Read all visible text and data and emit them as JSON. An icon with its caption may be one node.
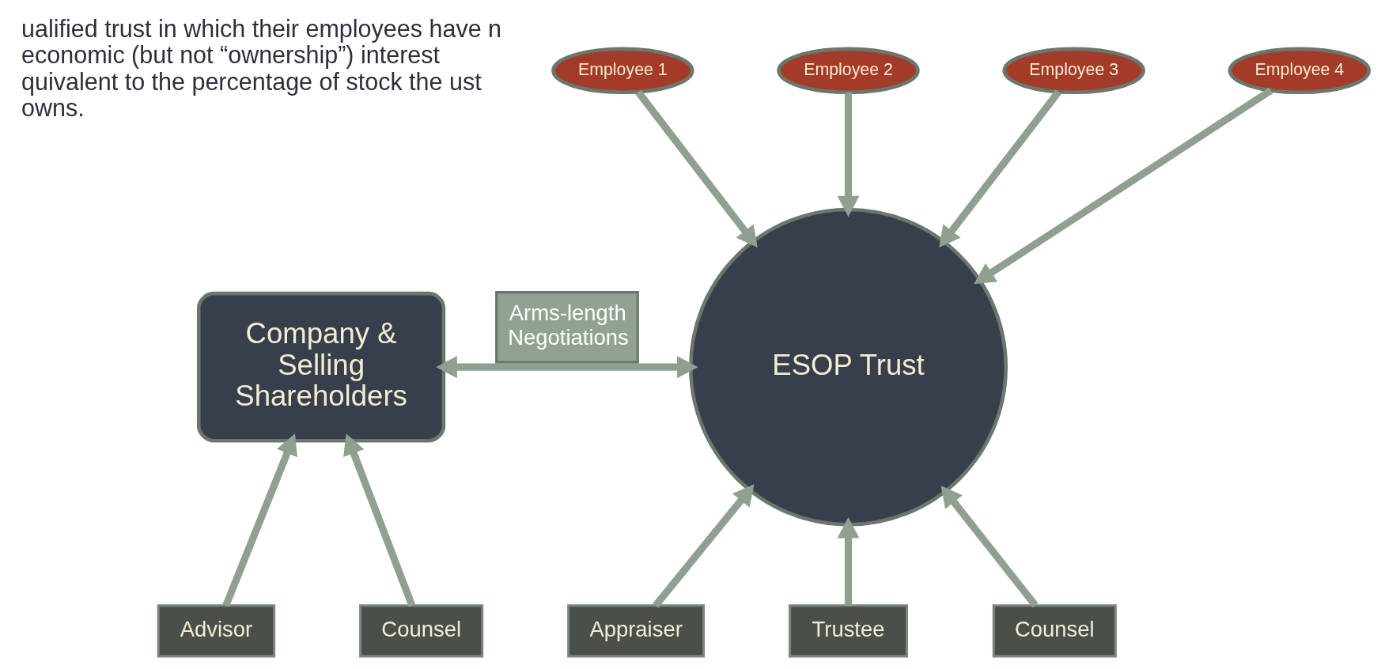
{
  "diagram": {
    "nodes": [
      {
        "text": [
          "Company & Selling Shareholders"
        ]
      },
      {
        "text": [
          "ESOP Trust"
        ]
      },
      {
        "text": [
          "Employee 1"
        ]
      },
      {
        "text": [
          "Employee 2"
        ]
      },
      {
        "text": [
          "Employee 3"
        ]
      },
      {
        "text": [
          "Employee 4"
        ]
      },
      {
        "text": [
          "Advisor"
        ]
      },
      {
        "text": [
          "Counsel"
        ]
      },
      {
        "text": [
          "Appraiser"
        ]
      },
      {
        "text": [
          "Trustee"
        ]
      },
      {
        "text": [
          "Counsel"
        ]
      }
    ],
    "edges": [
      {
        "from": 0,
        "to": 1,
        "arrow": "both",
        "label": "Arms-length Negotiations"
      },
      {
        "from": 2,
        "to": 1,
        "arrow": "to"
      },
      {
        "from": 3,
        "to": 1,
        "arrow": "to"
      },
      {
        "from": 4,
        "to": 1,
        "arrow": "to"
      },
      {
        "from": 5,
        "to": 1,
        "arrow": "to"
      },
      {
        "from": 6,
        "to": 0,
        "arrow": "to"
      },
      {
        "from": 7,
        "to": 0,
        "arrow": "to"
      },
      {
        "from": 8,
        "to": 1,
        "arrow": "to"
      },
      {
        "from": 9,
        "to": 1,
        "arrow": "to"
      },
      {
        "from": 10,
        "to": 1,
        "arrow": "to"
      }
    ],
    "labels": [
      "ualified trust in which their employees have n economic (but not “ownership”) interest quivalent to the percentage of stock the ust owns."
    ]
  }
}
